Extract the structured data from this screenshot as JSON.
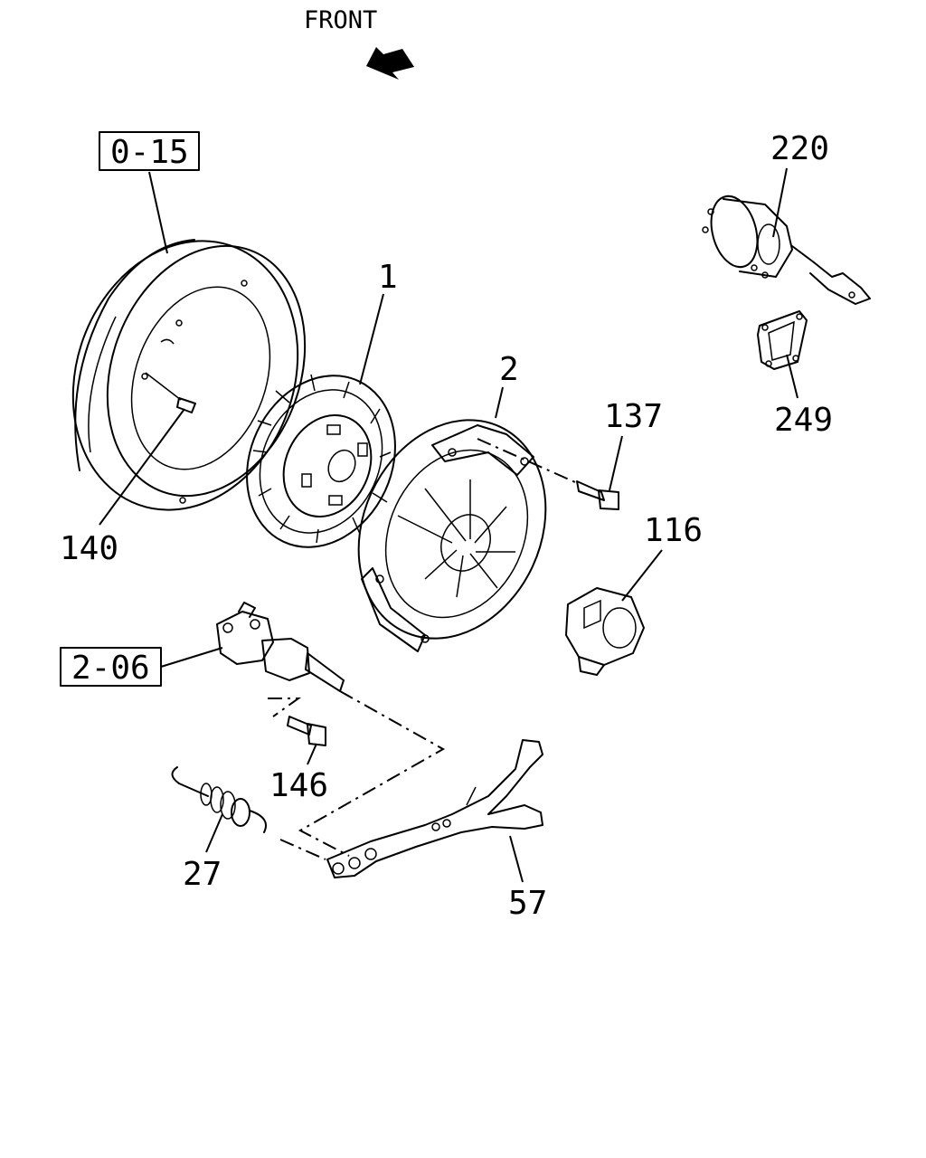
{
  "header": {
    "front_label": "FRONT"
  },
  "refs": {
    "flywheel_ref": "0-15",
    "cylinder_ref": "2-06"
  },
  "parts": {
    "p1": "1",
    "p2": "2",
    "p137": "137",
    "p116": "116",
    "p140": "140",
    "p146": "146",
    "p27": "27",
    "p57": "57",
    "p220": "220",
    "p249": "249"
  },
  "colors": {
    "line": "#000000",
    "background": "#ffffff"
  }
}
